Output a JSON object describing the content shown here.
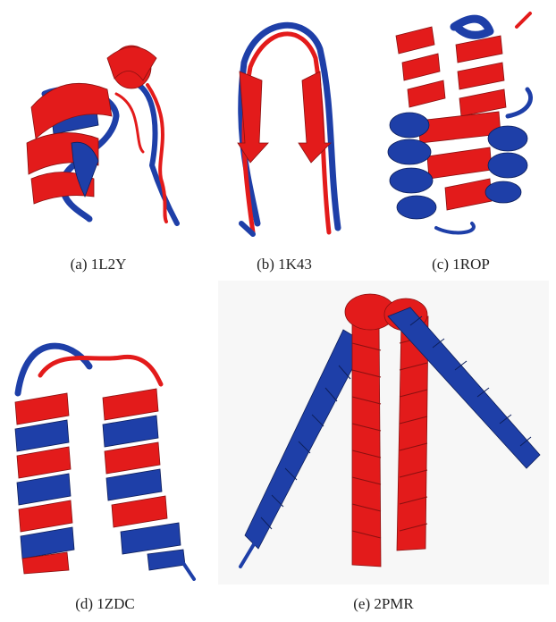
{
  "figure": {
    "panels": [
      {
        "id": "a",
        "caption": "(a) 1L2Y"
      },
      {
        "id": "b",
        "caption": "(b) 1K43"
      },
      {
        "id": "c",
        "caption": "(c) 1ROP"
      },
      {
        "id": "d",
        "caption": "(d) 1ZDC"
      },
      {
        "id": "e",
        "caption": "(e) 2PMR"
      }
    ],
    "colors": {
      "structure_a": "#e31b1b",
      "structure_b": "#1e3fa8"
    }
  }
}
